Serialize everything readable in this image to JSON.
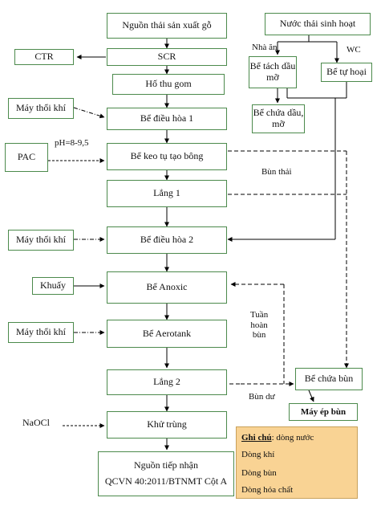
{
  "nodes": {
    "source_wood": "Nguồn thải sản xuất gỗ",
    "domestic": "Nước thải sinh hoạt",
    "ctr": "CTR",
    "scr": "SCR",
    "sump": "Hố thu gom",
    "grease_trap": "Bể tách dầu mỡ",
    "septic": "Bể tự hoại",
    "oil_tank": "Bể chứa dầu, mỡ",
    "blower1": "Máy thổi khí",
    "eq1": "Bể điều hòa 1",
    "pac": "PAC",
    "coag": "Bể keo tụ tạo bông",
    "settle1": "Lắng 1",
    "blower2": "Máy thổi khí",
    "eq2": "Bể điều hòa 2",
    "mixer": "Khuấy",
    "anoxic": "Bể Anoxic",
    "blower3": "Máy thổi khí",
    "aerotank": "Bể Aerotank",
    "settle2": "Lắng 2",
    "sludge_tank": "Bể chứa bùn",
    "press": "Máy ép bùn",
    "naocl": "NaOCl",
    "disinfect": "Khử trùng",
    "receiver_line1": "Nguồn tiếp nhận",
    "receiver_line2": "QCVN 40:2011/BTNMT Cột A"
  },
  "labels": {
    "kitchen": "Nhà ăn",
    "wc": "WC",
    "ph": "pH=8-9,5",
    "waste_sludge": "Bùn thải",
    "recycle_1": "Tuần",
    "recycle_2": "hoàn",
    "recycle_3": "bùn",
    "excess_sludge": "Bùn dư"
  },
  "legend": {
    "title": "Ghi chú",
    "water_suffix": ": dòng nước",
    "air": "Dòng khí",
    "sludge": "Dòng bùn",
    "chemical": "Dòng hóa chất"
  }
}
